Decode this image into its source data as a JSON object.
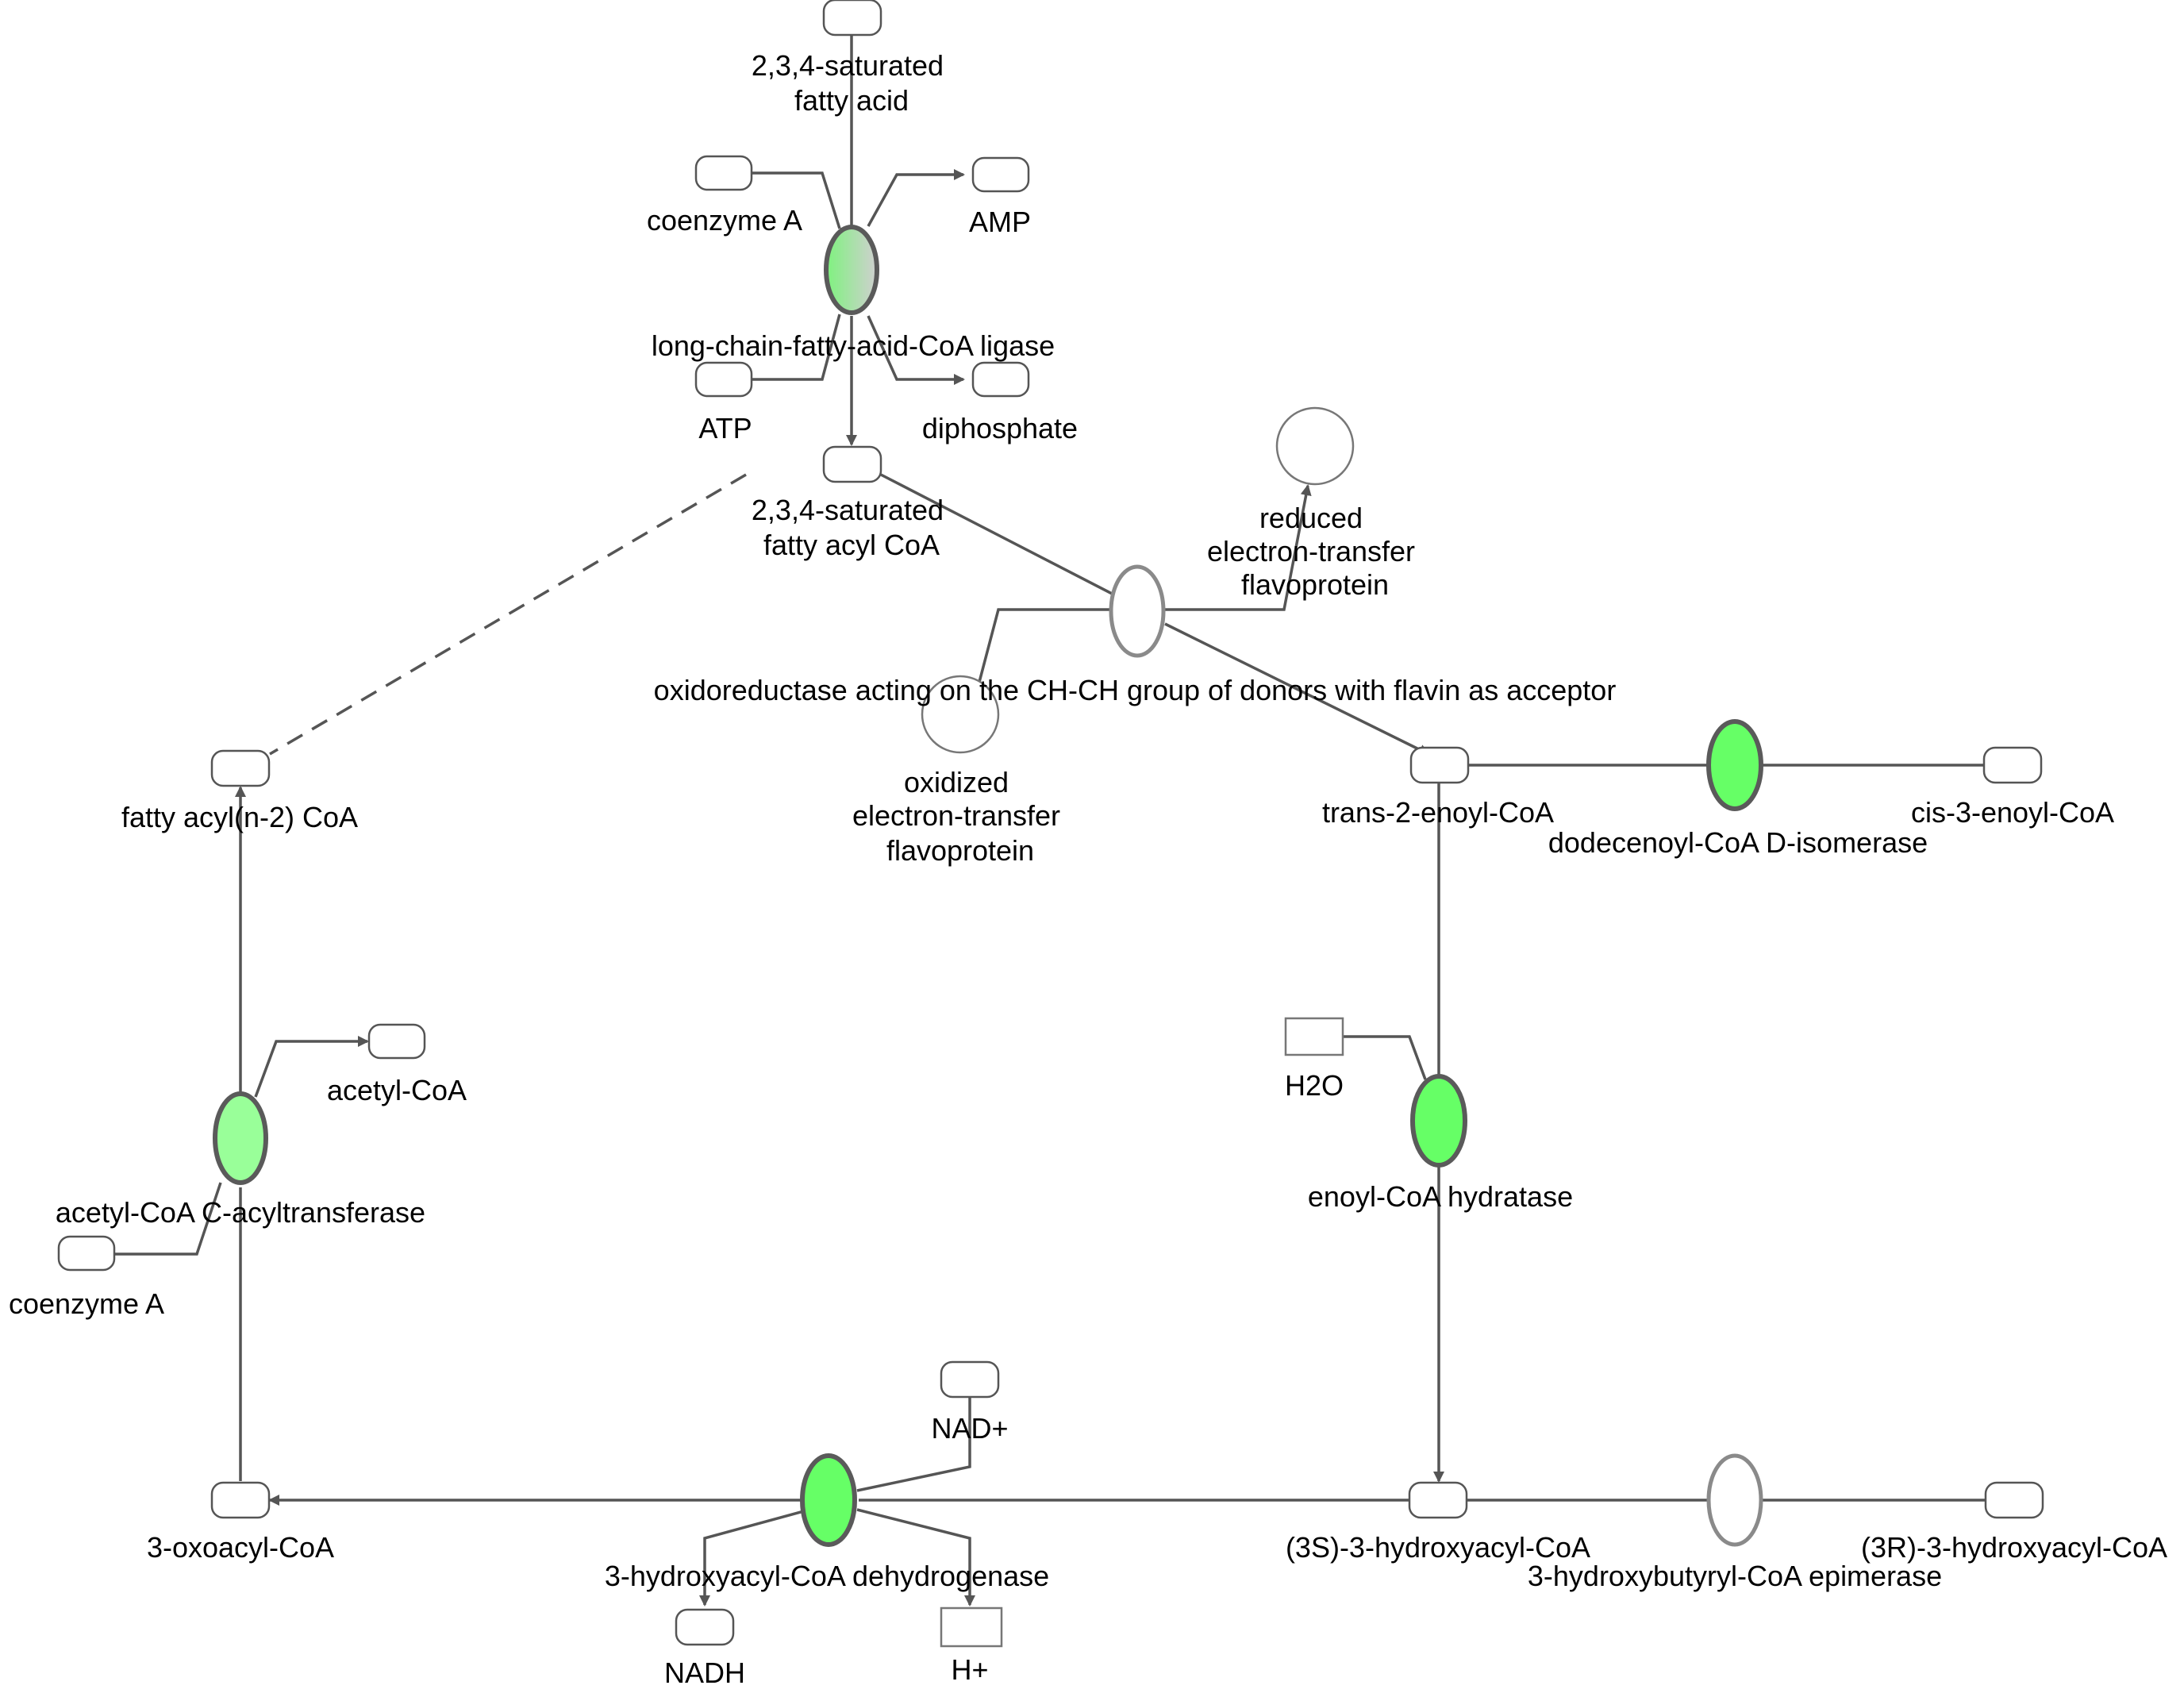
{
  "diagram": {
    "molecules": {
      "saturated_fatty_acid": "2,3,4-saturated fatty acid",
      "coenzyme_a_top": "coenzyme A",
      "amp": "AMP",
      "atp": "ATP",
      "diphosphate": "diphosphate",
      "saturated_fatty_acyl_coa": "2,3,4-saturated fatty acyl CoA",
      "reduced_etf": "reduced electron-transfer flavoprotein",
      "oxidized_etf": "oxidized electron-transfer flavoprotein",
      "fatty_acyl_n2_coa": "fatty acyl(n-2) CoA",
      "trans_2_enoyl_coa": "trans-2-enoyl-CoA",
      "cis_3_enoyl_coa": "cis-3-enoyl-CoA",
      "acetyl_coa": "acetyl-CoA",
      "coenzyme_a_left": "coenzyme A",
      "h2o": "H2O",
      "nad_plus": "NAD+",
      "oxoacyl_coa": "3-oxoacyl-CoA",
      "s_hydroxyacyl_coa": "(3S)-3-hydroxyacyl-CoA",
      "r_hydroxyacyl_coa": "(3R)-3-hydroxyacyl-CoA",
      "nadh": "NADH",
      "h_plus": "H+"
    },
    "enzymes": {
      "ligase": "long-chain-fatty-acid-CoA ligase",
      "oxidoreductase": "oxidoreductase acting on the CH-CH group of donors with flavin as acceptor",
      "isomerase": "dodecenoyl-CoA D-isomerase",
      "acyltransferase": "acetyl-CoA C-acyltransferase",
      "hydratase": "enoyl-CoA hydratase",
      "dehydrogenase": "3-hydroxyacyl-CoA dehydrogenase",
      "epimerase": "3-hydroxybutyryl-CoA epimerase"
    },
    "colors": {
      "active_enzyme_fill": "#66ff66",
      "ligase_gradient_light": "#88f088",
      "ligase_gradient_dark": "#c8c8c8",
      "acyltransferase_fill": "#99ff99",
      "edge": "#555555",
      "inactive_outline": "#8a8a8a"
    }
  }
}
